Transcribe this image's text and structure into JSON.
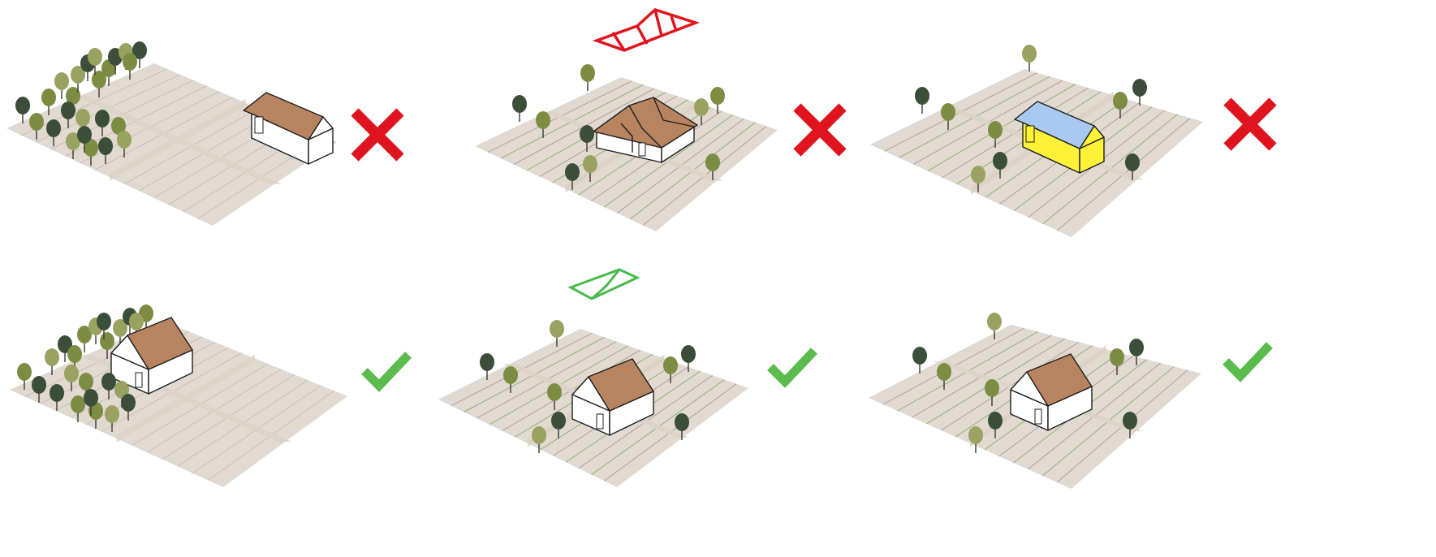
{
  "colors": {
    "background": "#ffffff",
    "ground": "#e2d9d1",
    "field_stripe": "#ece6dd",
    "field_line_dark": "#8e8a80",
    "field_line_green": "#6a9a4e",
    "path": "#ddd3c6",
    "roof_brown": "#b8845f",
    "roof_blue": "#a9c9f3",
    "wall_white": "#ffffff",
    "wall_yellow": "#fef239",
    "outline": "#1e1e1e",
    "tree_dark": "#3b4e3a",
    "tree_mid": "#7c8d43",
    "tree_olive": "#9aa262",
    "tree_bright": "#7fa94a",
    "cross_red": "#e0141f",
    "check_green": "#5cbb4d",
    "outline_red": "#e0141f",
    "outline_green": "#49ba4c"
  },
  "panels": [
    {
      "id": "p1",
      "row": "top",
      "house": "long-barn",
      "roof": "brown",
      "walls": "white",
      "trees": "grove",
      "verdict": "cross",
      "roof_icon": null
    },
    {
      "id": "p2",
      "row": "top",
      "house": "complex-gables",
      "roof": "brown",
      "walls": "white",
      "trees": "scattered",
      "verdict": "cross",
      "roof_icon": "complex-roof-red"
    },
    {
      "id": "p3",
      "row": "top",
      "house": "long-barn",
      "roof": "blue",
      "walls": "yellow",
      "trees": "scattered",
      "verdict": "cross",
      "roof_icon": null
    },
    {
      "id": "p4",
      "row": "bottom",
      "house": "simple-gable",
      "roof": "brown",
      "walls": "white",
      "trees": "grove",
      "verdict": "check",
      "roof_icon": null
    },
    {
      "id": "p5",
      "row": "bottom",
      "house": "simple-gable",
      "roof": "brown",
      "walls": "white",
      "trees": "scattered",
      "verdict": "check",
      "roof_icon": "simple-roof-green"
    },
    {
      "id": "p6",
      "row": "bottom",
      "house": "simple-gable",
      "roof": "brown",
      "walls": "white",
      "trees": "scattered",
      "verdict": "check",
      "roof_icon": null
    }
  ]
}
